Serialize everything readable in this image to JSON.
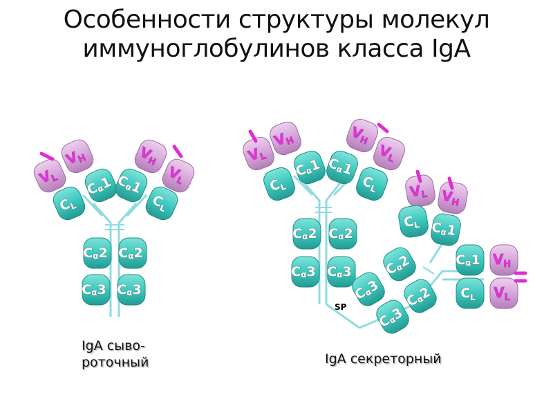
{
  "title_line1": "Особенности структуры молекул",
  "title_line2": "иммуноглобулинов класса IgA",
  "captions": {
    "serum": "IgA сыво-роточный",
    "secretory": "IgA секреторный"
  },
  "labels": {
    "CH1": "Cα1",
    "CH2": "Cα2",
    "CH3": "Cα3",
    "CL": "CL",
    "VH": "VH",
    "VL": "VL",
    "SP": "SP"
  },
  "colors": {
    "constant_domain": "#3cc8be",
    "variable_domain": "#d7a6da",
    "hinge": "#8fdbe0",
    "antigen_site": "#e02bd6"
  }
}
